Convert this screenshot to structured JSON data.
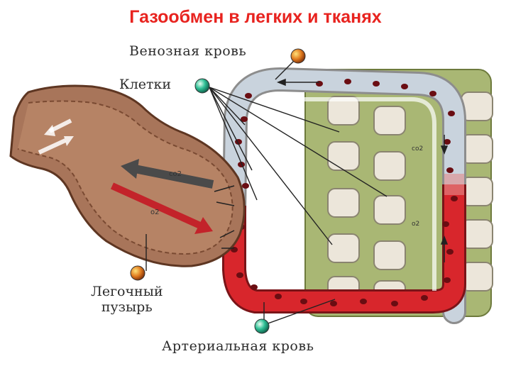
{
  "title": "Газообмен в легких и тканях",
  "labels": {
    "venous_blood": "Венозная кровь",
    "cells": "Клетки",
    "alveolus_line1": "Легочный",
    "alveolus_line2": "пузырь",
    "arterial_blood": "Артериальная кровь"
  },
  "gas_labels": {
    "co2_alveolus": "co2",
    "o2_alveolus": "o2",
    "co2_tissue": "co2",
    "o2_tissue": "o2"
  },
  "colors": {
    "title": "#e8231f",
    "alveolus": "#a8755a",
    "venous": "#c9d3dd",
    "arterial": "#d8262c",
    "tissue": "#a9b774",
    "cell": "#ece6da"
  }
}
